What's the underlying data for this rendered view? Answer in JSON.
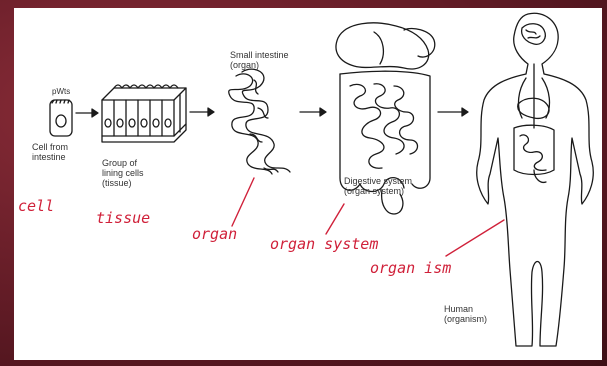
{
  "labels": {
    "cell_caption": "Cell from\nintestine",
    "cell_mark": "pWts",
    "tissue_caption": "Group of\nlining cells\n(tissue)",
    "organ_caption": "Small intestine\n(organ)",
    "system_caption": "Digestive system\n(organ system)",
    "organism_caption": "Human\n(organism)"
  },
  "handwritten": {
    "cell": "cell",
    "tissue": "tissue",
    "organ": "organ",
    "organ_system": "organ system",
    "organism": "organ ism"
  },
  "colors": {
    "ink": "#1a1a1a",
    "annotation": "#d0213a",
    "background": "#6b1f2a",
    "paper": "#ffffff"
  }
}
